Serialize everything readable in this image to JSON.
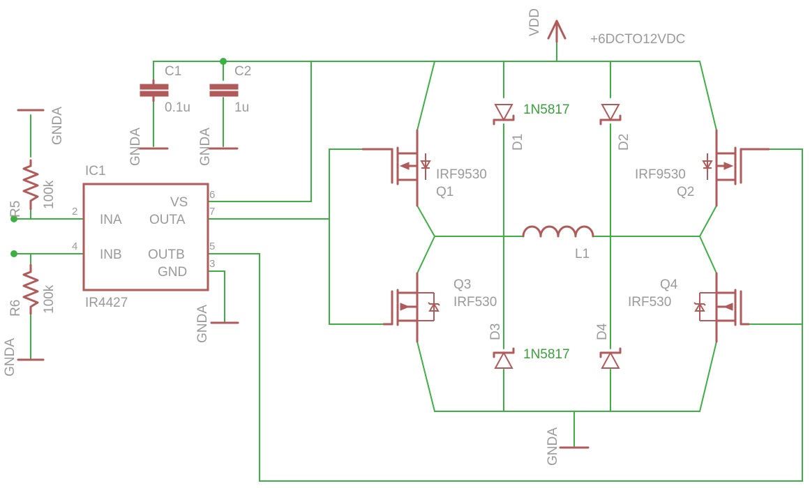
{
  "supply": {
    "net": "VDD",
    "label": "+6DCTO12VDC"
  },
  "ground": "GNDA",
  "ic": {
    "name": "IC1",
    "part": "IR4427",
    "pins": {
      "ina": "INA",
      "inb": "INB",
      "vs": "VS",
      "outa": "OUTA",
      "outb": "OUTB",
      "gnd": "GND"
    },
    "pin_numbers": {
      "p2": "2",
      "p4": "4",
      "p6": "6",
      "p7": "7",
      "p5": "5",
      "p3": "3"
    }
  },
  "resistors": [
    {
      "ref": "R5",
      "value": "100k"
    },
    {
      "ref": "R6",
      "value": "100k"
    }
  ],
  "capacitors": [
    {
      "ref": "C1",
      "value": "0.1u"
    },
    {
      "ref": "C2",
      "value": "1u"
    }
  ],
  "transistors": [
    {
      "ref": "Q1",
      "part": "IRF9530"
    },
    {
      "ref": "Q2",
      "part": "IRF9530"
    },
    {
      "ref": "Q3",
      "part": "IRF530"
    },
    {
      "ref": "Q4",
      "part": "IRF530"
    }
  ],
  "diodes": [
    {
      "ref": "D1",
      "part": "1N5817"
    },
    {
      "ref": "D2"
    },
    {
      "ref": "D3",
      "part": "1N5817"
    },
    {
      "ref": "D4"
    }
  ],
  "inductor": {
    "ref": "L1"
  },
  "colors": {
    "wire": "#3cb043",
    "component": "#b15a5a",
    "label": "#9a9a9a",
    "diode_value": "#3aa03a"
  }
}
